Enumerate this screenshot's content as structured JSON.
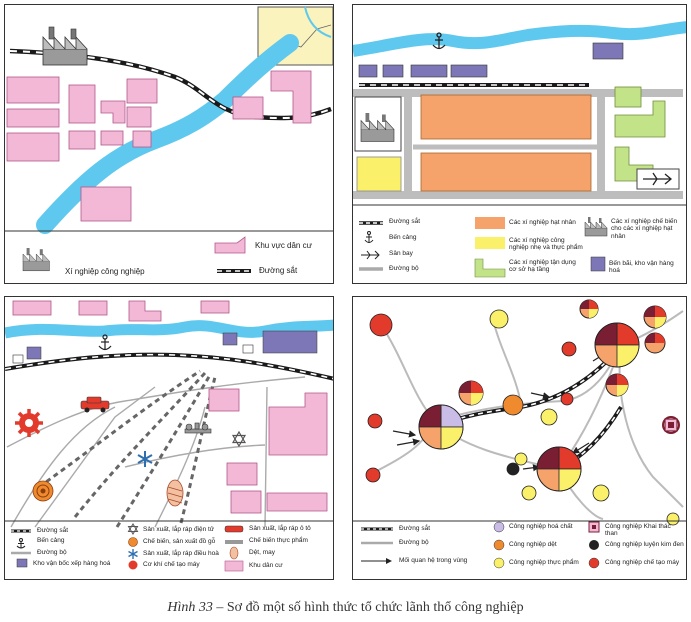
{
  "colors": {
    "river": "#5fc8ee",
    "pink": "#f3b8d6",
    "pink_stroke": "#b0588a",
    "orange": "#f5a36b",
    "yellow": "#fbf06a",
    "green": "#c3e389",
    "gray": "#d8d8d8",
    "navy_block": "#7d77b8",
    "rail_black": "#1a1a1a",
    "red": "#e23b2c",
    "lilac": "#c9bce6",
    "dark": "#222222",
    "maroon": "#7a1f33"
  },
  "panel1": {
    "legend": {
      "industrial": "Xí nghiệp công nghiệp",
      "residential": "Khu vực dân cư",
      "railway": "Đường sắt"
    }
  },
  "panel2": {
    "legend": {
      "railway": "Đường sắt",
      "port": "Bến cảng",
      "airport": "Sân bay",
      "road": "Đường bộ",
      "core": "Các xí nghiệp hạt nhân",
      "light": "Các xí nghiệp công nghiệp nhẹ và thực phẩm",
      "processing": "Các xí nghiệp chế biến cho các xí nghiệp hạt nhân",
      "infra": "Các xí nghiệp tận dụng cơ sở hạ tầng",
      "depot": "Bến bãi, kho vận hàng hoá"
    }
  },
  "panel3": {
    "legend": {
      "railway": "Đường sắt",
      "port": "Bến cảng",
      "road": "Đường bộ",
      "warehouse": "Kho vận bốc xếp hàng hoá",
      "electronics": "Sản xuất, lắp ráp điện tử",
      "wood": "Chế biến, sản xuất đồ gỗ",
      "appliances": "Sản xuất, lắp ráp điều hoà",
      "machinery": "Cơ khí chế tạo máy",
      "automobile": "Sản xuất, lắp ráp ô tô",
      "food": "Chế biến thực phẩm",
      "textile": "Dệt, may",
      "residential": "Khu dân cư"
    }
  },
  "panel4": {
    "legend": {
      "railway": "Đường sắt",
      "road": "Đường bộ",
      "relation": "Mối quan hệ trong vùng",
      "chemical": "Công nghiệp hoá chất",
      "textile": "Công nghiệp dệt",
      "food": "Công nghiệp thực phẩm",
      "mining": "Công nghiệp Khai thác than",
      "metallurgy": "Công nghiệp luyện kim đen",
      "machinery": "Công nghiệp chế tạo máy"
    }
  },
  "caption": {
    "label": "Hình 33",
    "text": " – Sơ đồ một số hình thức tổ chức lãnh thổ công nghiệp"
  }
}
